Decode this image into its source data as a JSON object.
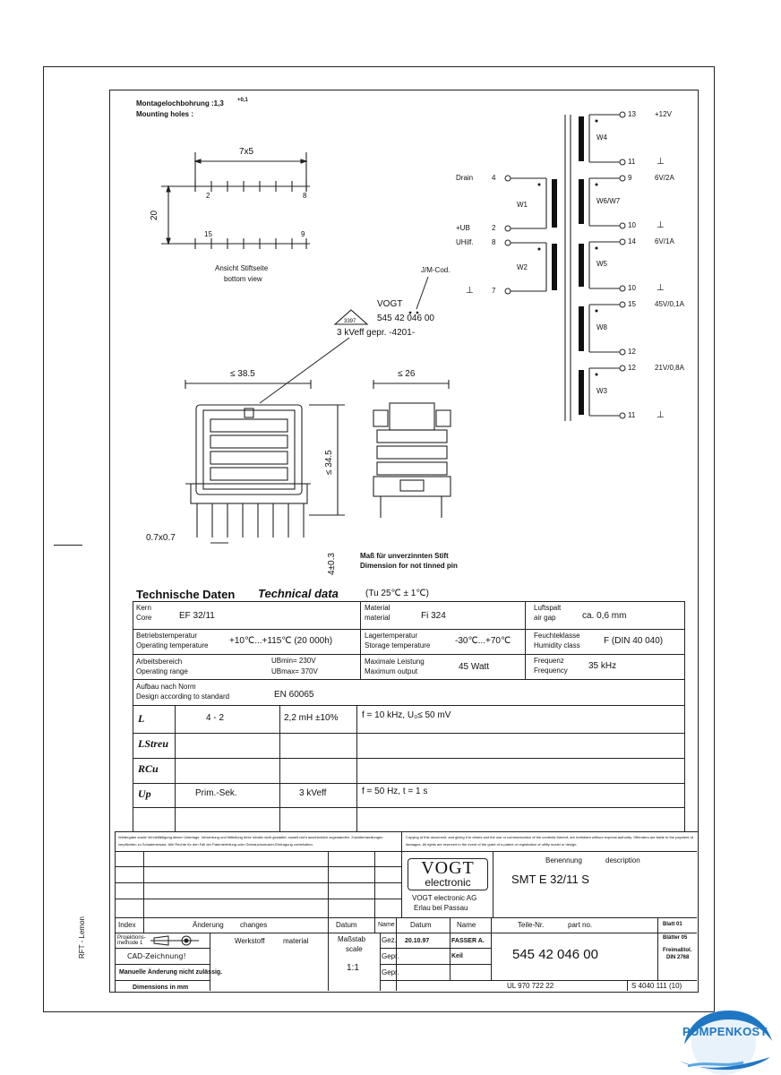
{
  "drawing": {
    "mounting_holes_de": "Montagelochbohrung :1,3",
    "mounting_holes_tol": "+0,1",
    "mounting_holes_en": "Mounting holes :",
    "pitch": "7x5",
    "row_distance": "20",
    "pins_top": [
      "2",
      "8"
    ],
    "pins_bottom": [
      "15",
      "9"
    ],
    "bottom_view_de": "Ansicht Stiftseite",
    "bottom_view_en": "bottom view",
    "marking_code": "J/M-Cod.",
    "marking_brand": "VOGT",
    "marking_part": "545 42 046 00",
    "marking_test": "3 kVeff gepr. -4201-",
    "marking_symbol": "3397",
    "width_dim": "≤ 38.5",
    "depth_dim": "≤ 26",
    "height_dim": "≤ 34.5",
    "pin_size": "0.7x0.7",
    "pin_length": "4±0.3",
    "tinned_de": "Maß für unverzinnten Stift",
    "tinned_en": "Dimension for not tinned pin"
  },
  "schematic": {
    "left_pins": [
      {
        "label": "Drain",
        "pin": "4"
      },
      {
        "label": "+UB",
        "pin": "2"
      },
      {
        "label": "UHilf.",
        "pin": "8"
      },
      {
        "label": "⊥",
        "pin": "7"
      }
    ],
    "left_windings": [
      "W1",
      "W2"
    ],
    "right_windings": [
      "W4",
      "W6/W7",
      "W5",
      "W8",
      "W3"
    ],
    "right_pins": [
      {
        "pin": "13",
        "value": "+12V"
      },
      {
        "pin": "11",
        "value": "⊥"
      },
      {
        "pin": "9",
        "value": "6V/2A"
      },
      {
        "pin": "10",
        "value": "⊥"
      },
      {
        "pin": "14",
        "value": "6V/1A"
      },
      {
        "pin": "10",
        "value": "⊥"
      },
      {
        "pin": "15",
        "value": "45V/0,1A"
      },
      {
        "pin": "12",
        "value": ""
      },
      {
        "pin": "12",
        "value": "21V/0,8A"
      },
      {
        "pin": "11",
        "value": "⊥"
      }
    ]
  },
  "tech": {
    "title_de": "Technische Daten",
    "title_en": "Technical data",
    "title_cond": "(Tu 25℃ ± 1℃)",
    "core_label_de": "Kern",
    "core_label_en": "Core",
    "core_value": "EF 32/11",
    "material_label_de": "Material",
    "material_label_en": "material",
    "material_value": "Fi 324",
    "airgap_label_de": "Luftspalt",
    "airgap_label_en": "air gap",
    "airgap_value": "ca. 0,6 mm",
    "optemp_label_de": "Betriebstemperatur",
    "optemp_label_en": "Operating temperature",
    "optemp_value": "+10℃...+115℃ (20 000h)",
    "storage_label_de": "Lagertemperatur",
    "storage_label_en": "Storage temperature",
    "storage_value": "-30℃...+70℃",
    "humidity_label_de": "Feuchteklasse",
    "humidity_label_en": "Humidity class",
    "humidity_value": "F (DIN 40 040)",
    "range_label_de": "Arbeitsbereich",
    "range_label_en": "Operating range",
    "range_min": "UBmin= 230V",
    "range_max": "UBmax= 370V",
    "output_label_de": "Maximale Leistung",
    "output_label_en": "Maximum output",
    "output_value": "45 Watt",
    "freq_label_de": "Frequenz",
    "freq_label_en": "Frequency",
    "freq_value": "35 kHz",
    "design_label_de": "Aufbau nach Norm",
    "design_label_en": "Design according to standard",
    "design_value": "EN 60065",
    "rows": [
      {
        "sym": "L",
        "pins": "4 - 2",
        "value": "2,2 mH ±10%",
        "cond": "f = 10 kHz, U₀≤ 50 mV"
      },
      {
        "sym": "LStreu",
        "pins": "",
        "value": "",
        "cond": ""
      },
      {
        "sym": "RCu",
        "pins": "",
        "value": "",
        "cond": ""
      },
      {
        "sym": "Up",
        "pins": "Prim.-Sek.",
        "value": "3 kVeff",
        "cond": "f = 50 Hz, t = 1 s"
      }
    ]
  },
  "titleblock": {
    "copyright_left": "Weitergabe sowie Vervielfältigung dieser Unterlage, Verwertung und Mitteilung ihres Inhalts nicht gestattet, soweit nicht ausdrücklich zugestanden. Zuwiderhandlungen verpflichten zu Schadenersatz. Alle Rechte für den Fall der Patenterteilung oder Gebrauchsmuster-Eintragung vorbehalten.",
    "copyright_right": "Copying of this document, and giving it to others and the use or communication of the contents thereof, are forbidden without express authority. Offenders are liable to the payment of damages. All rights are reserved in the event of the grant of a patent or registration of utility model or design.",
    "logo_top": "VOGT",
    "logo_bottom": "electronic",
    "company": "VOGT electronic AG",
    "address": "Erlau bei Passau",
    "name_label_de": "Benennung",
    "name_label_en": "description",
    "name_value": "SMT E 32/11 S",
    "index_label": "Index",
    "change_de": "Änderung",
    "change_en": "changes",
    "date_label": "Datum",
    "name_col": "Name",
    "date_col": "Datum",
    "name_col2": "Name",
    "partno_de": "Teile-Nr.",
    "partno_en": "part no.",
    "sheet": "Blatt 01",
    "sheets": "Blätter 05",
    "freemasse": "Freimaßtol.",
    "din": "DIN 2768",
    "material_de": "Werkstoff",
    "material_en": "material",
    "scale_de": "Maßstab",
    "scale_en": "scale",
    "scale_value": "1:1",
    "gez": "Gez.",
    "gepr": "Gepr.",
    "gepr2": "Gepr.",
    "gez_date": "20.10.97",
    "gez_name": "FASSER A.",
    "gepr_name": "Keil",
    "partno_value": "545 42 046 00",
    "ul": "UL 970 722 22",
    "s_no": "S 4040 111 (10)",
    "cad_1": "CAD-Zeichnung!",
    "cad_2": "Manuelle Änderung nicht zulässig.",
    "cad_3": "Dimensions in mm",
    "proj_1": "Projektions-",
    "proj_2": "methode 1"
  },
  "side_label": "RFT - Lemon",
  "watermark": "PUMPENKOST"
}
